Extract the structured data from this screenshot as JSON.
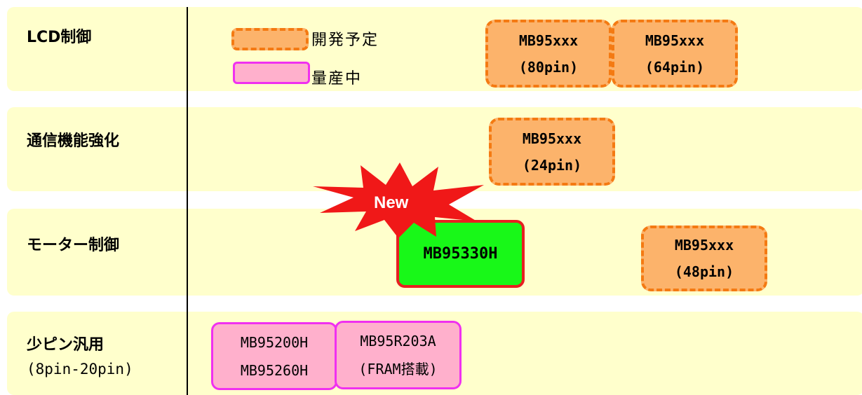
{
  "legend": {
    "planned_label": "開発予定",
    "production_label": "量産中"
  },
  "rows": [
    {
      "label": "LCD制御",
      "sublabel": ""
    },
    {
      "label": "通信機能強化",
      "sublabel": ""
    },
    {
      "label": "モーター制御",
      "sublabel": ""
    },
    {
      "label": "少ピン汎用",
      "sublabel": "(8pin-20pin)"
    }
  ],
  "products": {
    "lcd_80": [
      "MB95xxx",
      "(80pin)"
    ],
    "lcd_64": [
      "MB95xxx",
      "(64pin)"
    ],
    "comm_24": [
      "MB95xxx",
      "(24pin)"
    ],
    "motor_new": [
      "MB95330H"
    ],
    "motor_48": [
      "MB95xxx",
      "(48pin)"
    ],
    "few_200": [
      "MB95200H",
      "MB95260H"
    ],
    "few_r203": [
      "MB95R203A",
      "(FRAM搭載)"
    ]
  },
  "new_badge": "New",
  "colors": {
    "band": "#ffffcc",
    "planned_fill": "#fcb36b",
    "planned_border": "#f47a12",
    "production_fill": "#ffb0cc",
    "production_border": "#f030f0",
    "new_fill": "#18f818",
    "new_border": "#e82020",
    "starburst": "#f01818"
  }
}
